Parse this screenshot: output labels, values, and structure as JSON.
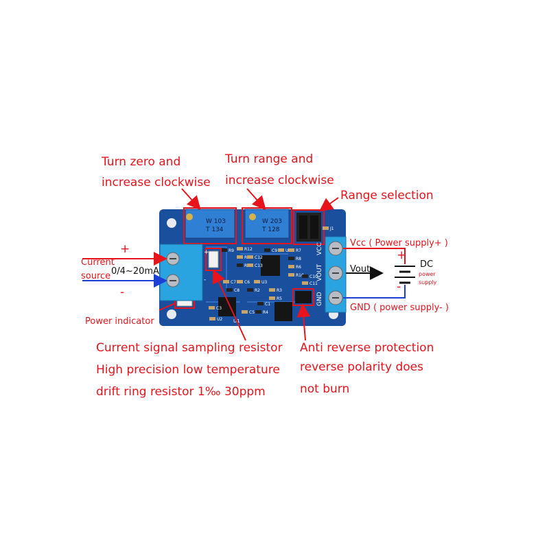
{
  "callouts": {
    "zero": [
      "Turn zero and",
      "increase clockwise"
    ],
    "range": [
      "Turn range and",
      "increase clockwise"
    ],
    "range_selection": "Range selection",
    "current_source": [
      "Current",
      "source"
    ],
    "current_range": "0/4~20mA",
    "plus": "+",
    "minus": "-",
    "power_indicator": "Power indicator",
    "sampling": [
      "Current signal sampling resistor",
      "High precision low temperature",
      "drift ring resistor 1‰ 30ppm"
    ],
    "anti_reverse": [
      "Anti reverse protection",
      "reverse polarity does",
      "not burn"
    ],
    "vcc": "Vcc ( Power supply+ )",
    "vout": "Vout",
    "gnd": "GND ( power supply- )",
    "battery_plus": "+",
    "battery_minus": "-",
    "dc": "DC",
    "dc_sub": [
      "power",
      "supply"
    ]
  },
  "board": {
    "pot1_code": [
      "W  103",
      "T  134"
    ],
    "pot2_code": [
      "W  203",
      "T  128"
    ],
    "terminal_labels": [
      "VCC",
      "VOUT",
      "GND"
    ],
    "ic_label": "U1",
    "components": [
      "R9",
      "R12",
      "R11",
      "R13",
      "C12",
      "C13",
      "C9",
      "U4",
      "R7",
      "R8",
      "R6",
      "R10",
      "C10",
      "C11",
      "C7",
      "C8",
      "C6",
      "U3",
      "R2",
      "R3",
      "R5",
      "C1",
      "C3",
      "C5",
      "R4",
      "U2",
      "J1"
    ]
  },
  "colors": {
    "annotation": "#e8141c",
    "board": "#1a4f9e",
    "terminal": "#2aa4e0",
    "vcc_wire": "#e8141c",
    "gnd_wire": "#1c3fd6"
  }
}
